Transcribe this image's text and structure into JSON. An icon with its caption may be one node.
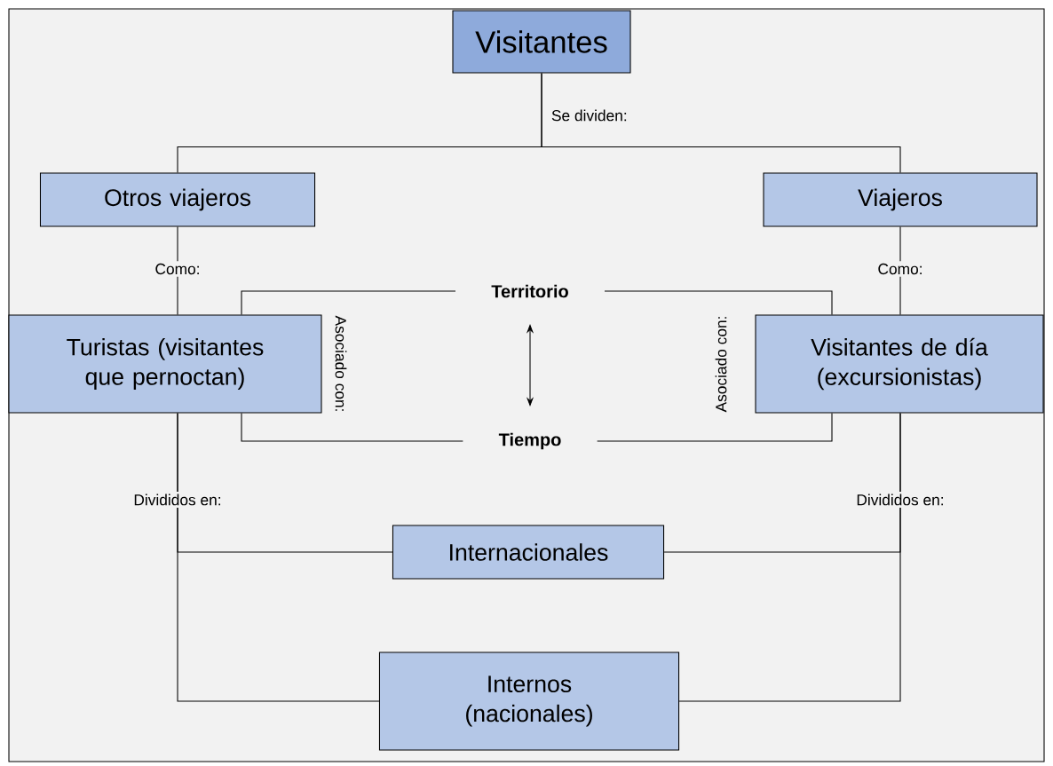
{
  "diagram": {
    "nodes": [
      {
        "text": [
          "Visitantes"
        ]
      },
      {
        "text": [
          "Otros viajeros"
        ]
      },
      {
        "text": [
          "Viajeros"
        ]
      },
      {
        "text": [
          "Turistas (visitantes que pernoctan)"
        ]
      },
      {
        "text": [
          "Visitantes de día (excursionistas)"
        ]
      },
      {
        "text": [
          "Territorio"
        ]
      },
      {
        "text": [
          "Tiempo"
        ]
      },
      {
        "text": [
          "Internacionales"
        ]
      },
      {
        "text": [
          "Internos (nacionales)"
        ]
      }
    ],
    "edges": [
      {
        "from": 0,
        "to": 1,
        "arrow": "none",
        "label": "Se dividen:"
      },
      {
        "from": 0,
        "to": 2,
        "arrow": "none"
      },
      {
        "from": 1,
        "to": 3,
        "arrow": "none",
        "label": "Como:"
      },
      {
        "from": 2,
        "to": 4,
        "arrow": "none",
        "label": "Como:"
      },
      {
        "from": 3,
        "to": 5,
        "arrow": "none",
        "label": "Asociado con:"
      },
      {
        "from": 3,
        "to": 6,
        "arrow": "none"
      },
      {
        "from": 4,
        "to": 5,
        "arrow": "none",
        "label": "Asociado con:"
      },
      {
        "from": 4,
        "to": 6,
        "arrow": "none"
      },
      {
        "from": 5,
        "to": 6,
        "arrow": "both"
      },
      {
        "from": 3,
        "to": 7,
        "arrow": "none",
        "label": "Divididos en:"
      },
      {
        "from": 3,
        "to": 8,
        "arrow": "none"
      },
      {
        "from": 4,
        "to": 7,
        "arrow": "none",
        "label": "Divididos en:"
      },
      {
        "from": 4,
        "to": 8,
        "arrow": "none"
      }
    ]
  }
}
